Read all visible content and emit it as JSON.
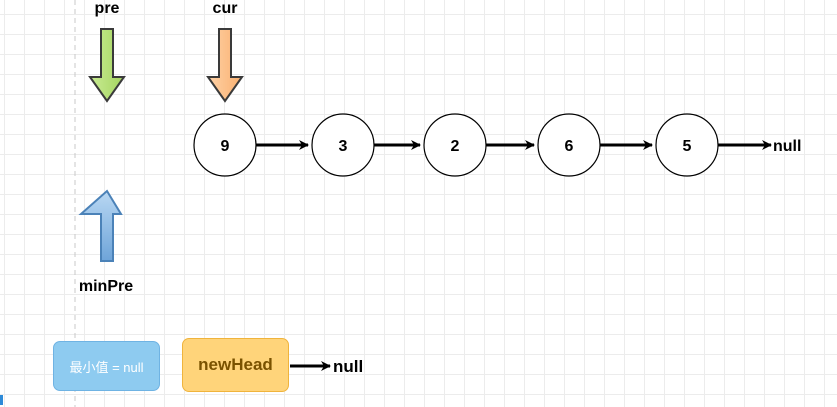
{
  "pointers": {
    "pre": "pre",
    "cur": "cur",
    "min_pre": "minPre"
  },
  "linked_list": {
    "nodes": [
      "9",
      "3",
      "2",
      "6",
      "5"
    ],
    "terminal": "null"
  },
  "boxes": {
    "min_value": "最小值 = null",
    "new_head": "newHead",
    "new_head_terminal": "null"
  },
  "colors": {
    "pre_arrow_fill": "#b5e07a",
    "cur_arrow_fill": "#ffc38a",
    "min_pre_arrow_fill": "#8ab8e3",
    "min_box_fill": "#8ecbf0",
    "new_head_box_fill": "#ffd47a"
  },
  "icons": {
    "pre_arrow": "arrow-down-icon",
    "cur_arrow": "arrow-down-icon",
    "min_pre_arrow": "arrow-up-icon"
  }
}
